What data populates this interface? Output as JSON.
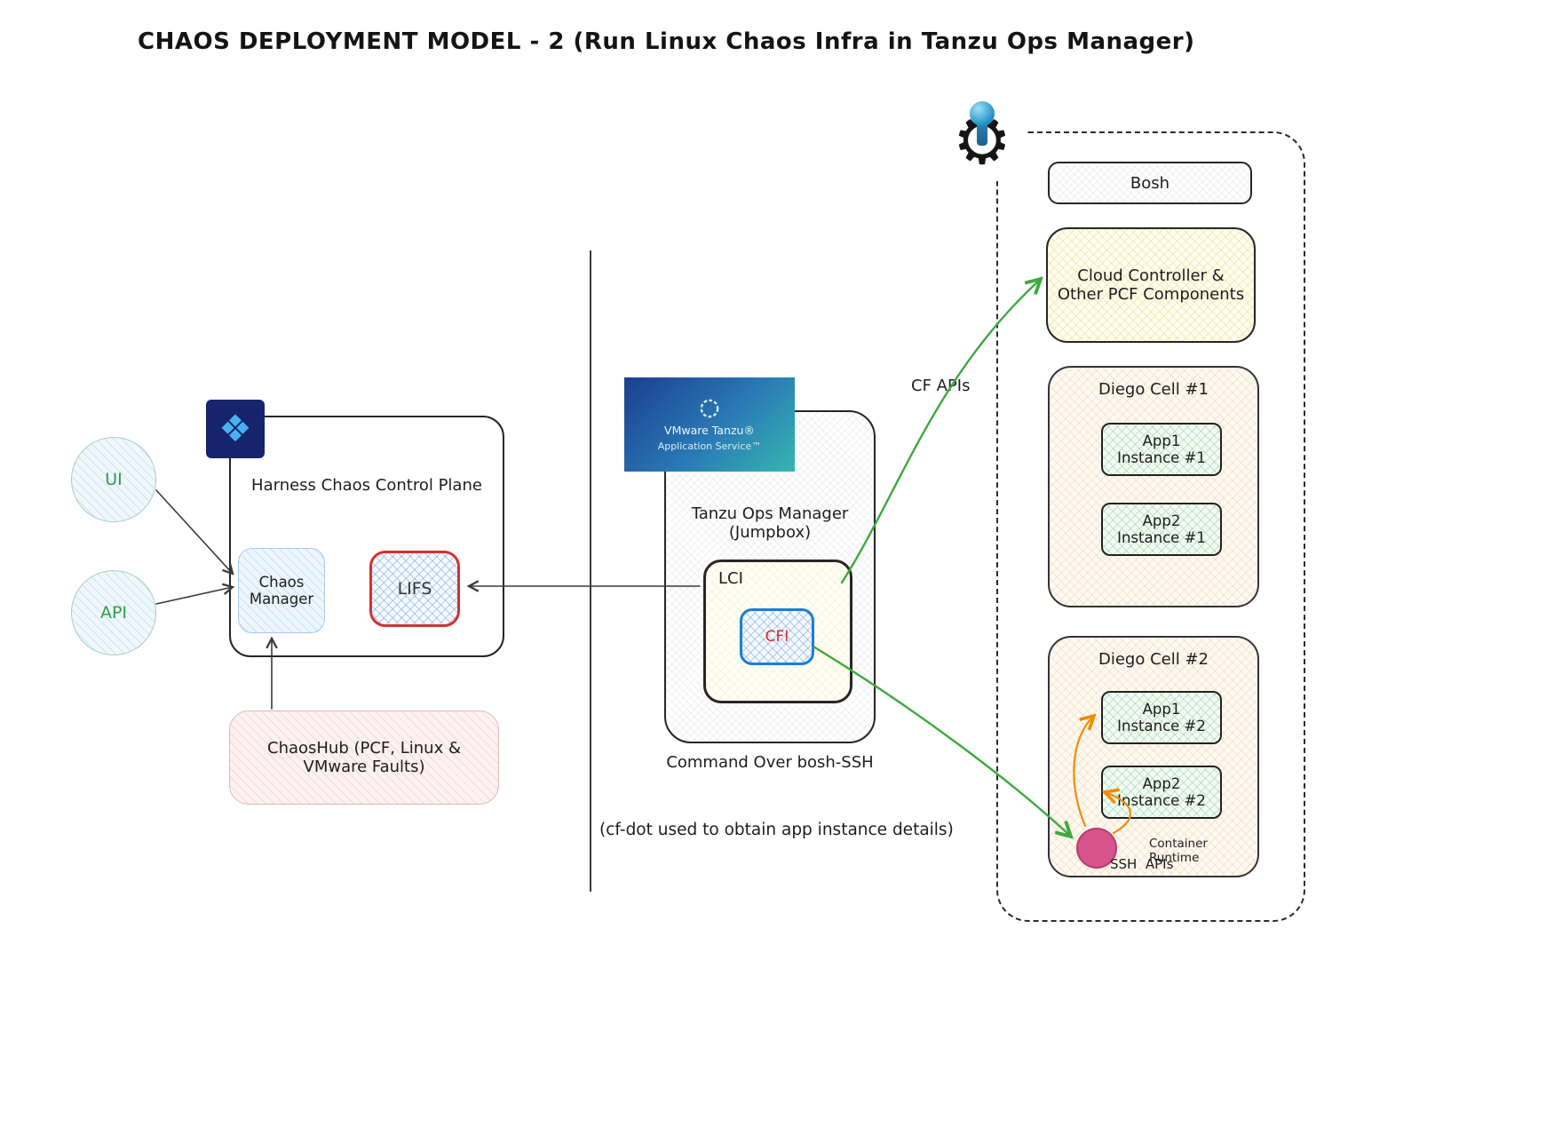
{
  "title": "CHAOS DEPLOYMENT MODEL - 2 (Run Linux Chaos Infra in Tanzu Ops Manager)",
  "colors": {
    "green_arrow": "#3da93f",
    "orange_arrow": "#f08c00",
    "dark_arrow": "#3a3a3a",
    "red_accent": "#d92b2b",
    "blue_accent": "#1c7ed6"
  },
  "left_panel": {
    "ui_circle": "UI",
    "api_circle": "API",
    "control_plane_title": "Harness Chaos Control Plane",
    "chaos_manager": "Chaos\nManager",
    "lifs": "LIFS",
    "chaoshub": "ChaosHub (PCF, Linux &\nVMware Faults)"
  },
  "center_panel": {
    "tanzu_logo_line1": "VMware Tanzu®",
    "tanzu_logo_line2": "Application Service™",
    "tanzu_box_title": "Tanzu Ops Manager\n(Jumpbox)",
    "lci": "LCI",
    "cfi": "CFI",
    "caption_ssh": "Command Over bosh-SSH",
    "caption_cfdot": "(cf-dot used to obtain app instance details)"
  },
  "right_panel": {
    "bosh": "Bosh",
    "cloud_controller": "Cloud Controller &\nOther PCF Components",
    "diego_cell_1": {
      "title": "Diego Cell #1",
      "apps": [
        "App1\nInstance #1",
        "App2\nInstance #1"
      ]
    },
    "diego_cell_2": {
      "title": "Diego Cell #2",
      "apps": [
        "App1\nInstance #2",
        "App2\nInstance #2"
      ]
    }
  },
  "annotations": {
    "cf_apis": "CF APIs",
    "container_runtime": "Container Runtime",
    "ssh_apis": "SSH  APIs"
  }
}
